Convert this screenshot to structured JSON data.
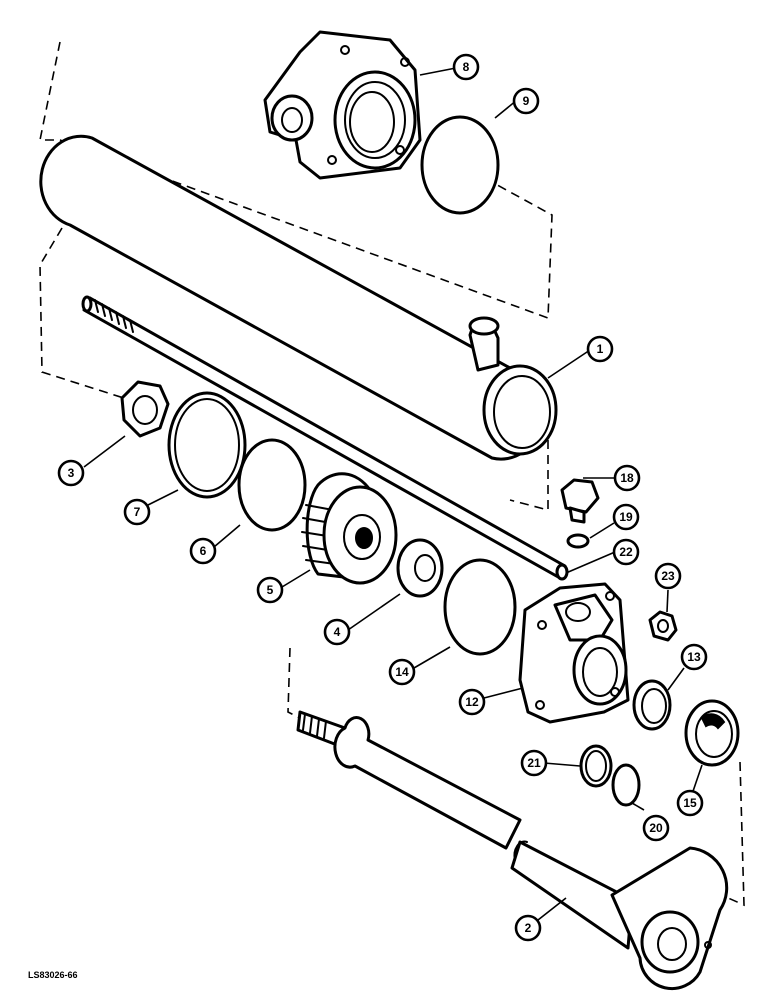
{
  "figure_code": "LS83026-66",
  "callouts": {
    "c1": "1",
    "c2": "2",
    "c3": "3",
    "c4": "4",
    "c5": "5",
    "c6": "6",
    "c7": "7",
    "c8": "8",
    "c9": "9",
    "c12": "12",
    "c13": "13",
    "c14": "14",
    "c15": "15",
    "c18": "18",
    "c19": "19",
    "c20": "20",
    "c21": "21",
    "c22": "22",
    "c23": "23"
  }
}
